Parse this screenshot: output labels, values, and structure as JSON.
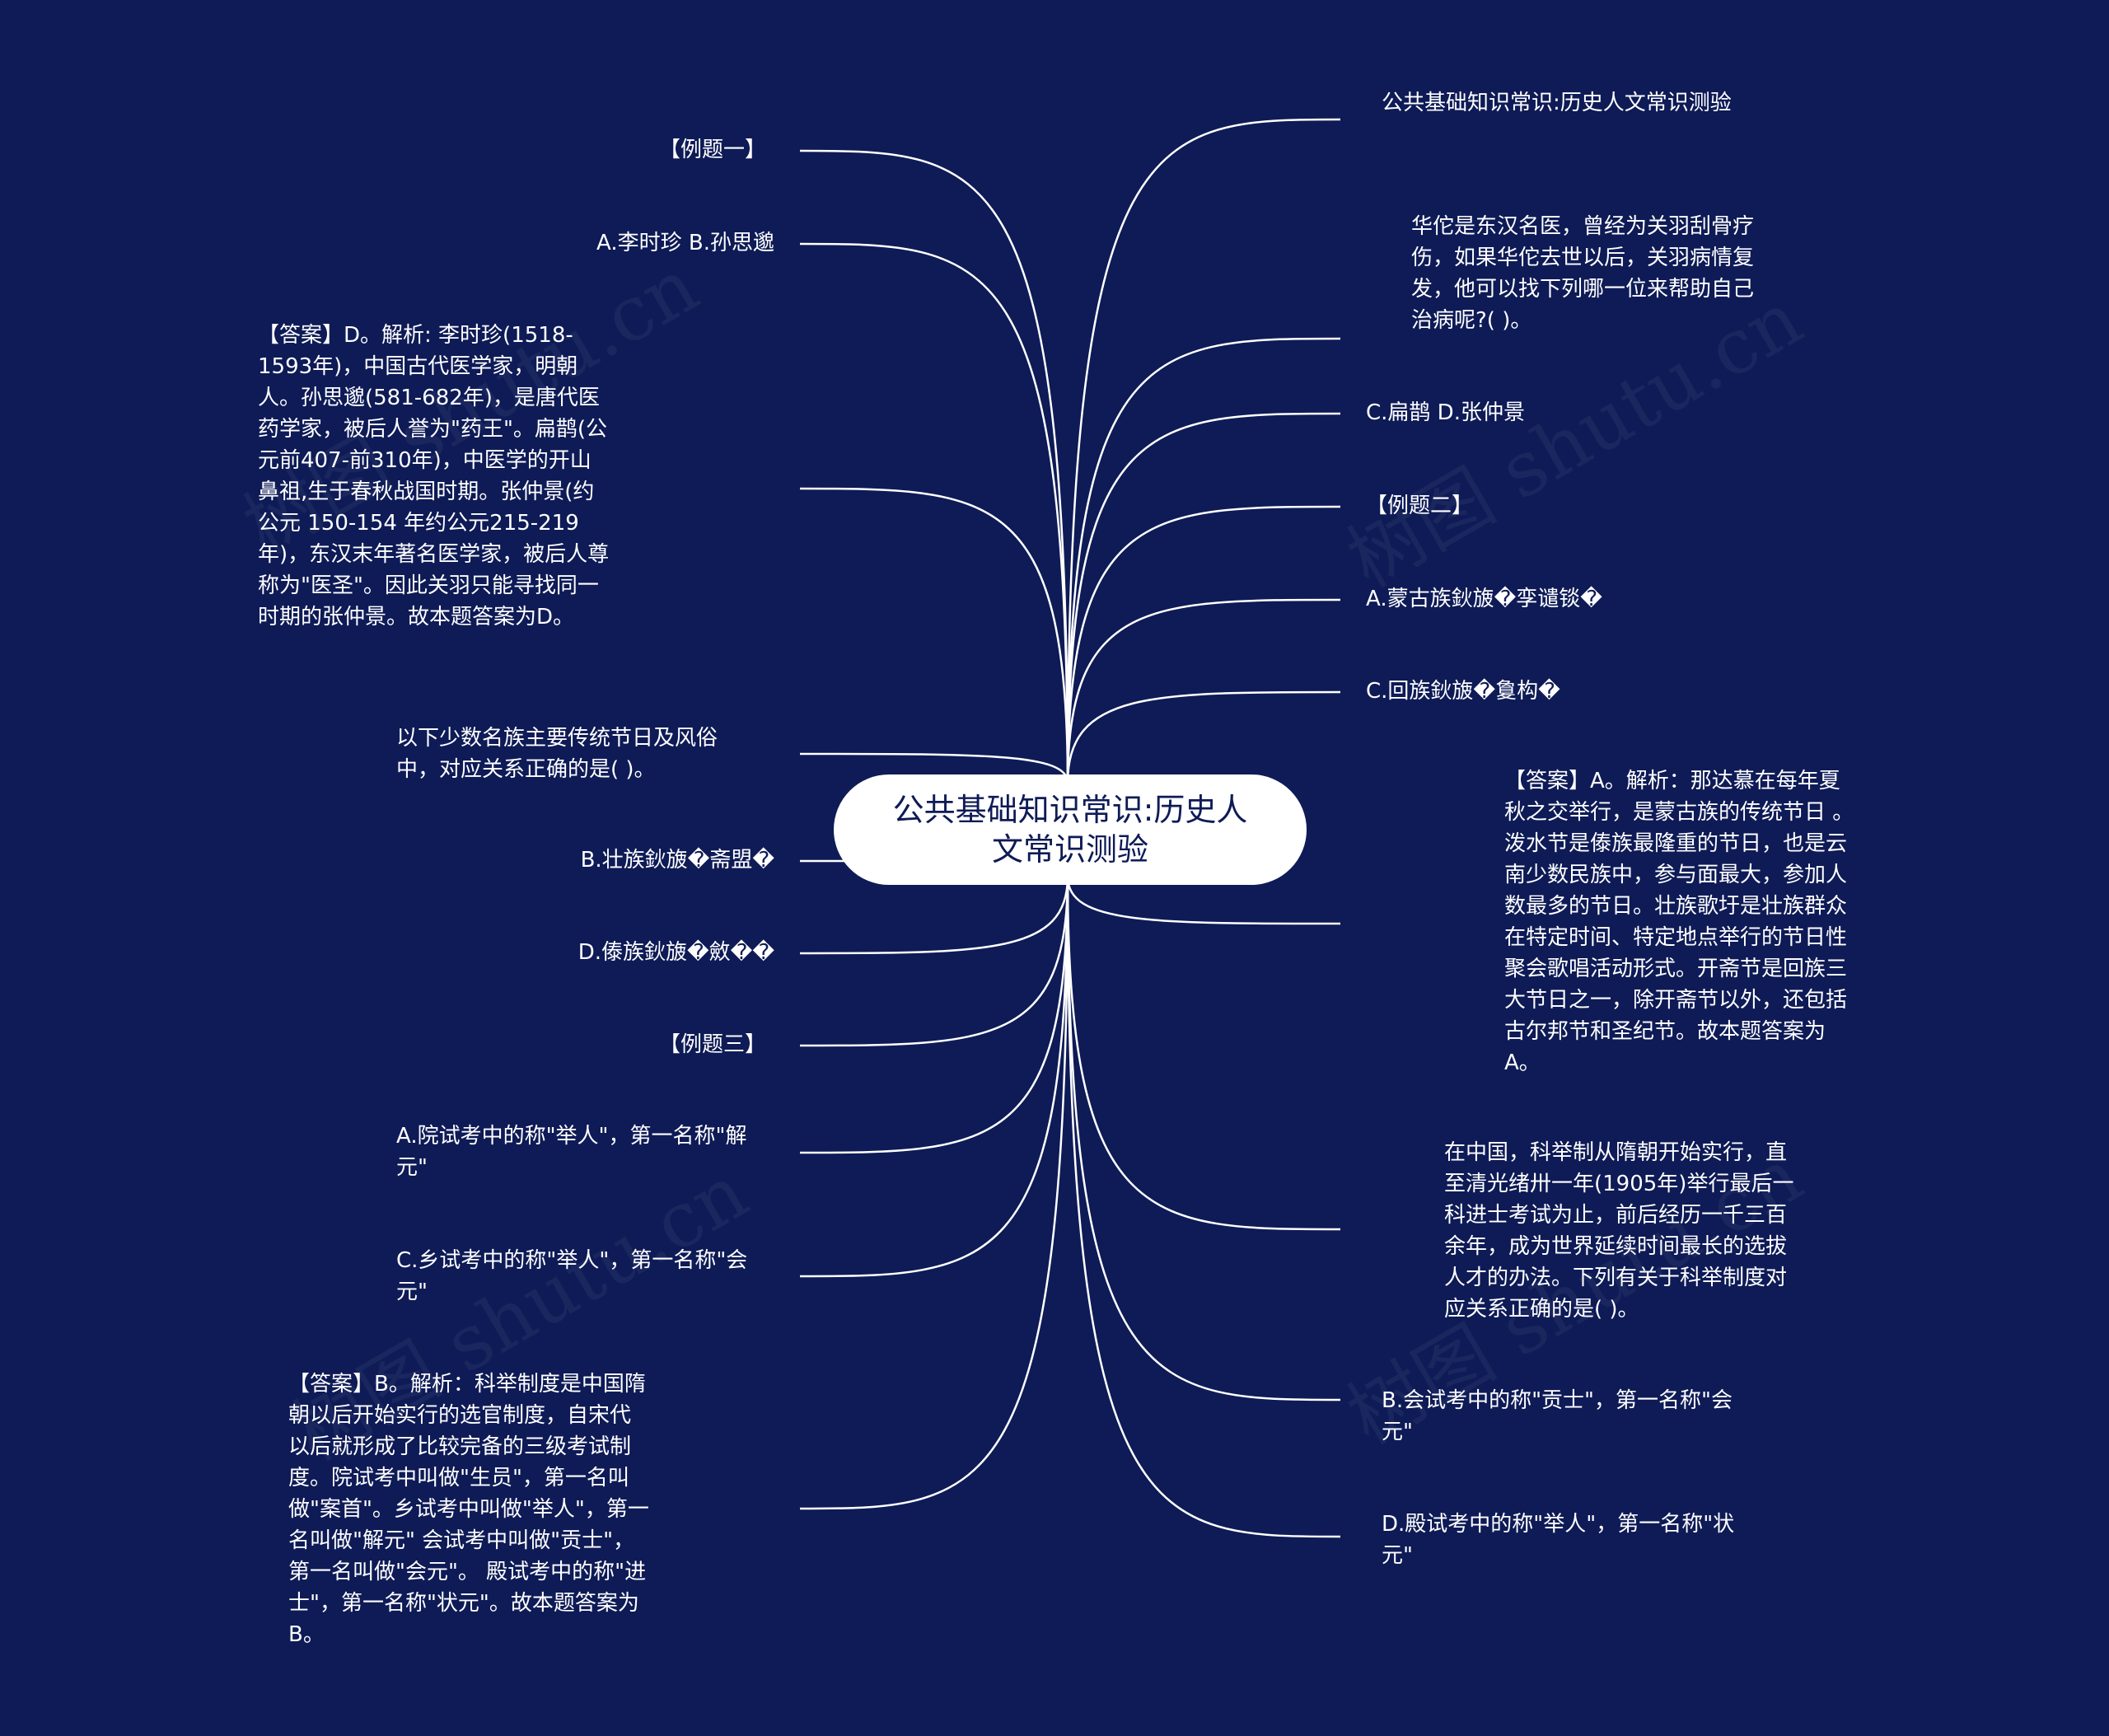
{
  "central": "公共基础知识常识:历史人文常识测验",
  "watermark": "树图 shutu.cn",
  "colors": {
    "background": "#0e1b56",
    "line": "#ffffff",
    "central_fill": "#ffffff",
    "central_text": "#0e1b56"
  },
  "left_nodes": [
    "【例题一】",
    "A.李时珍 B.孙思邈",
    "【答案】D。解析: 李时珍(1518-1593年)，中国古代医学家，明朝人。孙思邈(581-682年)，是唐代医药学家，被后人誉为\"药王\"。扁鹊(公元前407-前310年)，中医学的开山鼻祖,生于春秋战国时期。张仲景(约公元 150-154 年约公元215-219年)，东汉末年著名医学家，被后人尊称为\"医圣\"。因此关羽只能寻找同一时期的张仲景。故本题答案为D。",
    "以下少数名族主要传统节日及风俗中，对应关系正确的是( )。",
    "B.壮族鈥旇�斋盟�",
    "D.傣族鈥旇�斂��",
    "【例题三】",
    "A.院试考中的称\"举人\"，第一名称\"解元\"",
    "C.乡试考中的称\"举人\"，第一名称\"会元\"",
    "【答案】B。解析：科举制度是中国隋朝以后开始实行的选官制度，自宋代以后就形成了比较完备的三级考试制度。院试考中叫做\"生员\"，第一名叫做\"案首\"。乡试考中叫做\"举人\"，第一名叫做\"解元\" 会试考中叫做\"贡士\"，第一名叫做\"会元\"。 殿试考中的称\"进士\"，第一名称\"状元\"。故本题答案为B。"
  ],
  "right_nodes": [
    "公共基础知识常识:历史人文常识测验",
    "华佗是东汉名医，曾经为关羽刮骨疗伤，如果华佗去世以后，关羽病情复发，他可以找下列哪一位来帮助自己治病呢?( )。",
    "C.扁鹊 D.张仲景",
    "【例题二】",
    "A.蒙古族鈥旇�孪谴锬�",
    "C.回族鈥旇�敻构�",
    "【答案】A。解析：那达慕在每年夏秋之交举行，是蒙古族的传统节日 。泼水节是傣族最隆重的节日，也是云南少数民族中，参与面最大，参加人数最多的节日。壮族歌圩是壮族群众在特定时间、特定地点举行的节日性聚会歌唱活动形式。开斋节是回族三大节日之一，除开斋节以外，还包括古尔邦节和圣纪节。故本题答案为A。",
    "在中国，科举制从隋朝开始实行，直至清光绪卅一年(1905年)举行最后一科进士考试为止，前后经历一千三百余年，成为世界延续时间最长的选拔人才的办法。下列有关于科举制度对应关系正确的是( )。",
    "B.会试考中的称\"贡士\"，第一名称\"会元\"",
    "D.殿试考中的称\"举人\"，第一名称\"状元\""
  ]
}
